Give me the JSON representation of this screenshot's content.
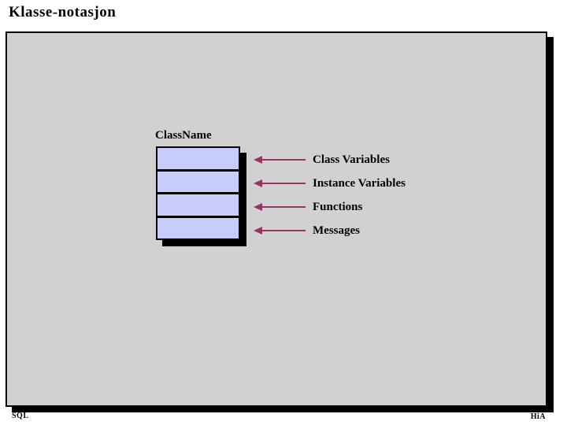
{
  "slide": {
    "title": "Klasse-notasjon",
    "footer_left": "SQL",
    "footer_right": "HiA"
  },
  "diagram": {
    "class_name": "ClassName",
    "compartments": [
      {
        "label": "Class Variables"
      },
      {
        "label": "Instance Variables"
      },
      {
        "label": "Functions"
      },
      {
        "label": "Messages"
      }
    ],
    "colors": {
      "panel_background": "#d1d1d1",
      "panel_border": "#000000",
      "shadow": "#000000",
      "compartment_fill": "#c7cdf8",
      "compartment_border": "#000000",
      "arrow": "#993366",
      "text": "#000000",
      "page_background": "#ffffff"
    }
  }
}
